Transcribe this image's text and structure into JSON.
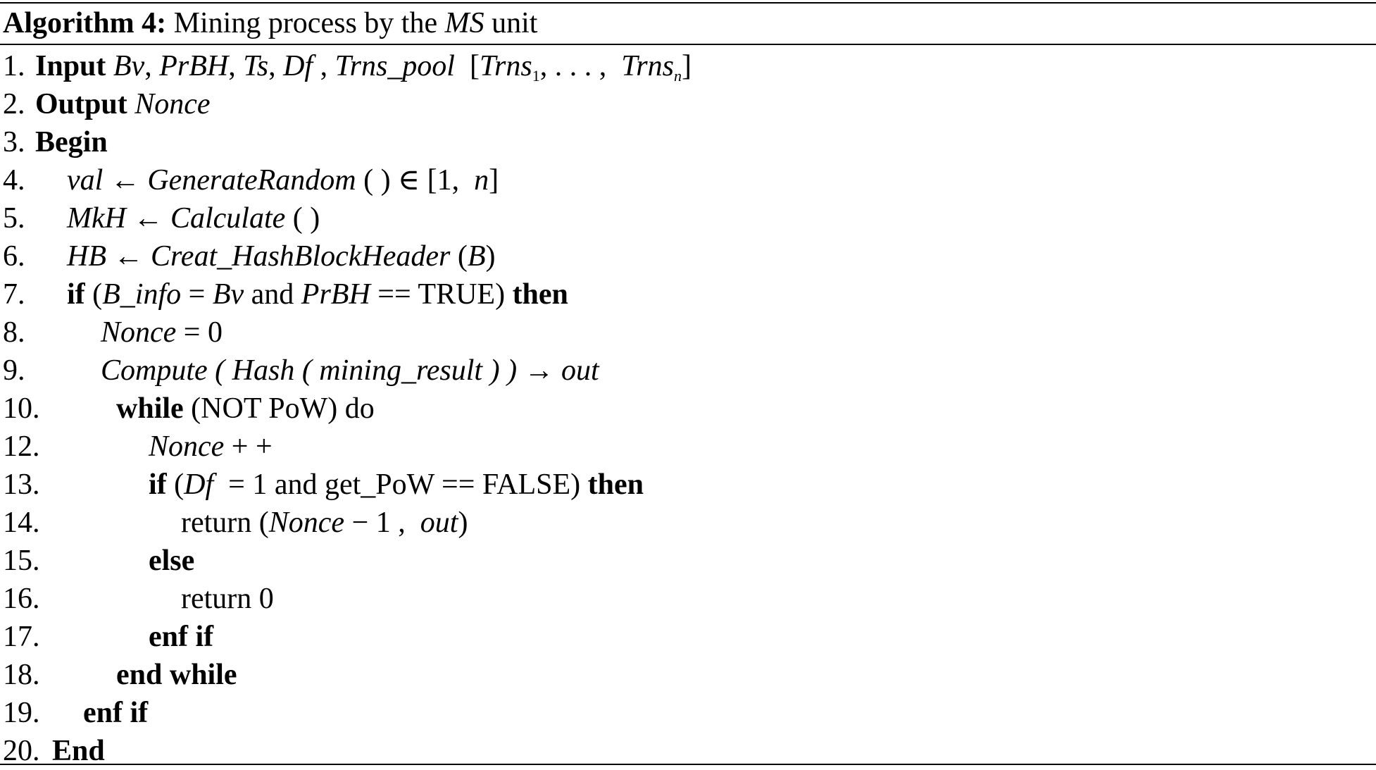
{
  "caption": {
    "label": "Algorithm 4:",
    "pre": " Mining process by the ",
    "unit": "MS",
    "post": " unit"
  },
  "lines": [
    {
      "num": "1.",
      "indent": 0,
      "parts": [
        {
          "t": "Input",
          "s": "b"
        },
        {
          "t": " "
        },
        {
          "t": "Bv",
          "s": "i"
        },
        {
          "t": ", "
        },
        {
          "t": "PrBH",
          "s": "i"
        },
        {
          "t": ", "
        },
        {
          "t": "Ts",
          "s": "i"
        },
        {
          "t": ", "
        },
        {
          "t": "Df",
          "s": "i"
        },
        {
          "t": " , "
        },
        {
          "t": "Trns_pool",
          "s": "i"
        },
        {
          "t": "  ["
        },
        {
          "t": "Trns",
          "s": "i"
        },
        {
          "t": "1",
          "s": "sub"
        },
        {
          "t": ", . . . ,  "
        },
        {
          "t": "Trns",
          "s": "i"
        },
        {
          "t": "n",
          "s": "sub-i"
        },
        {
          "t": "]"
        }
      ]
    },
    {
      "num": "2.",
      "indent": 0,
      "parts": [
        {
          "t": "Output",
          "s": "b"
        },
        {
          "t": " "
        },
        {
          "t": "Nonce",
          "s": "i"
        }
      ]
    },
    {
      "num": "3.",
      "indent": 0,
      "parts": [
        {
          "t": "Begin",
          "s": "b"
        }
      ]
    },
    {
      "num": "4.",
      "indent": 1,
      "parts": [
        {
          "t": "val",
          "s": "i"
        },
        {
          "t": " ← "
        },
        {
          "t": "GenerateRandom",
          "s": "i"
        },
        {
          "t": " ( ) ∈ [1,  "
        },
        {
          "t": "n",
          "s": "i"
        },
        {
          "t": "]"
        }
      ]
    },
    {
      "num": "5.",
      "indent": 1,
      "parts": [
        {
          "t": "MkH",
          "s": "i"
        },
        {
          "t": " ← "
        },
        {
          "t": "Calculate",
          "s": "i"
        },
        {
          "t": " ( )"
        }
      ]
    },
    {
      "num": "6.",
      "indent": 1,
      "parts": [
        {
          "t": "HB",
          "s": "i"
        },
        {
          "t": " ← "
        },
        {
          "t": "Creat_HashBlockHeader",
          "s": "i"
        },
        {
          "t": " ("
        },
        {
          "t": "B",
          "s": "i"
        },
        {
          "t": ")"
        }
      ]
    },
    {
      "num": "7.",
      "indent": 1,
      "parts": [
        {
          "t": "if",
          "s": "b"
        },
        {
          "t": " ("
        },
        {
          "t": "B_info",
          "s": "i"
        },
        {
          "t": " = "
        },
        {
          "t": "Bv",
          "s": "i"
        },
        {
          "t": " and "
        },
        {
          "t": "PrBH",
          "s": "i"
        },
        {
          "t": " == TRUE) "
        },
        {
          "t": "then",
          "s": "b"
        }
      ]
    },
    {
      "num": "8.",
      "indent": 2,
      "parts": [
        {
          "t": "Nonce",
          "s": "i"
        },
        {
          "t": " = 0"
        }
      ]
    },
    {
      "num": "9.",
      "indent": 2,
      "parts": [
        {
          "t": "Compute ( Hash ( mining_result ) ) → out",
          "s": "i"
        }
      ]
    },
    {
      "num": "10.",
      "indent": 3,
      "parts": [
        {
          "t": "while",
          "s": "b"
        },
        {
          "t": " (NOT PoW) do"
        }
      ]
    },
    {
      "num": "12.",
      "indent": 4,
      "parts": [
        {
          "t": "Nonce",
          "s": "i"
        },
        {
          "t": " + +"
        }
      ]
    },
    {
      "num": "13.",
      "indent": 4,
      "parts": [
        {
          "t": "if",
          "s": "b"
        },
        {
          "t": " ("
        },
        {
          "t": "Df",
          "s": "i"
        },
        {
          "t": "  = 1 and get_PoW == FALSE) "
        },
        {
          "t": "then",
          "s": "b"
        }
      ]
    },
    {
      "num": "14.",
      "indent": 5,
      "parts": [
        {
          "t": "return ("
        },
        {
          "t": "Nonce",
          "s": "i"
        },
        {
          "t": " − 1 ,  "
        },
        {
          "t": "out",
          "s": "i"
        },
        {
          "t": ")"
        }
      ]
    },
    {
      "num": "15.",
      "indent": 4,
      "parts": [
        {
          "t": "else",
          "s": "b"
        }
      ]
    },
    {
      "num": "16.",
      "indent": 5,
      "parts": [
        {
          "t": "return 0"
        }
      ]
    },
    {
      "num": "17.",
      "indent": 4,
      "parts": [
        {
          "t": "enf if",
          "s": "b"
        }
      ]
    },
    {
      "num": "18.",
      "indent": 3,
      "parts": [
        {
          "t": "end while",
          "s": "b"
        }
      ]
    },
    {
      "num": "19.",
      "indent": 6,
      "parts": [
        {
          "t": "enf if",
          "s": "b"
        }
      ]
    },
    {
      "num": "20.",
      "indent": 7,
      "parts": [
        {
          "t": "End",
          "s": "b"
        }
      ]
    }
  ]
}
